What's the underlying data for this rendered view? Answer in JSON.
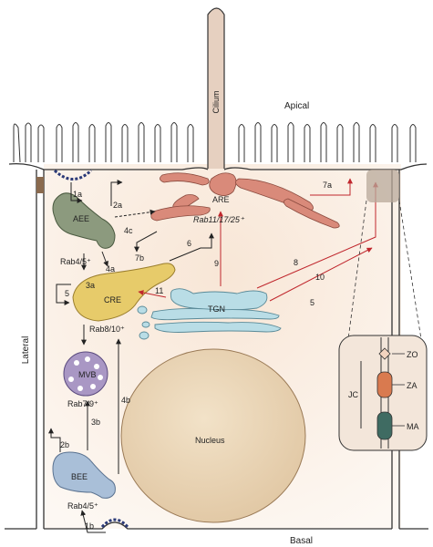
{
  "labels": {
    "cilium": "Cilium",
    "apical": "Apical",
    "basal": "Basal",
    "lateral": "Lateral",
    "are": "ARE",
    "are_rab": "Rab11/17/25⁺",
    "aee": "AEE",
    "aee_rab": "Rab4/5⁺",
    "cre": "CRE",
    "cre_rab": "Rab8/10⁺",
    "mvb": "MVB",
    "mvb_rab": "Rab7/9⁺",
    "bee": "BEE",
    "bee_rab": "Rab4/5⁺",
    "tgn": "TGN",
    "nucleus": "Nucleus",
    "jc": "JC",
    "zo": "ZO",
    "za": "ZA",
    "ma": "MA"
  },
  "routes": {
    "r1a": "1a",
    "r1b": "1b",
    "r2a": "2a",
    "r2b": "2b",
    "r3a": "3a",
    "r3b": "3b",
    "r4a": "4a",
    "r4b": "4b",
    "r4c": "4c",
    "r5a": "5",
    "r5b": "5",
    "r6": "6",
    "r7a": "7a",
    "r7b": "7b",
    "r8": "8",
    "r9": "9",
    "r10": "10",
    "r11": "11"
  },
  "colors": {
    "cytoplasm": "#f5e9de",
    "are": "#d98a7a",
    "aee": "#8c9a7e",
    "cre": "#e7cb6a",
    "mvb": "#a997c4",
    "bee": "#a9bfd8",
    "tgn": "#b9dde6",
    "nucleus": "#ead6b8",
    "secretory_arrow": "#c0272d",
    "endocytic_arrow": "#222222",
    "zo": "#f2d3bf",
    "za": "#d97a4f",
    "ma": "#3f6b62",
    "coat": "#2b3a78"
  }
}
